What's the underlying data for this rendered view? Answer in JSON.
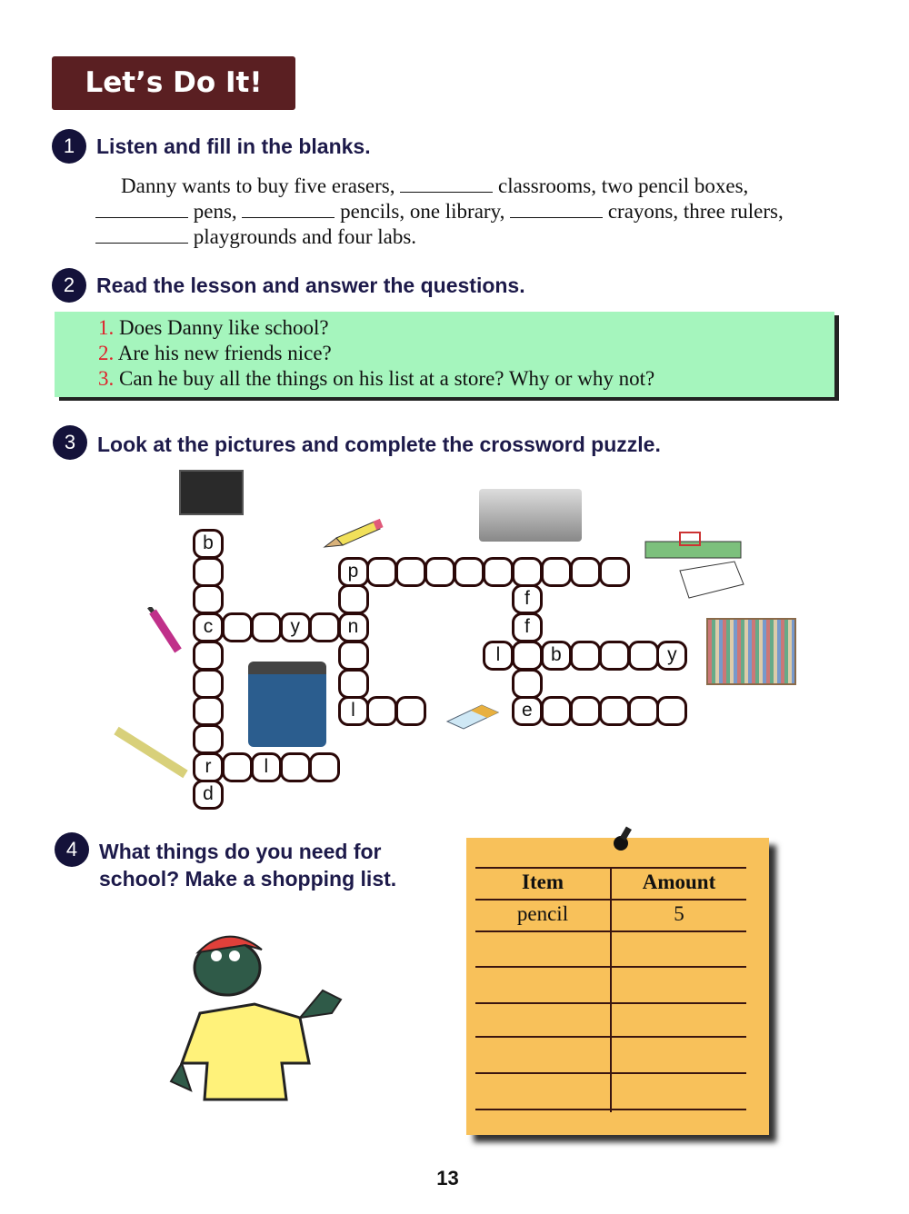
{
  "banner": "Let’s Do It!",
  "sections": [
    {
      "number": "1",
      "title": "Listen and fill in the blanks."
    },
    {
      "number": "2",
      "title": "Read the lesson and answer the questions."
    },
    {
      "number": "3",
      "title": "Look at the pictures and complete the crossword puzzle."
    },
    {
      "number": "4",
      "title_line1": "What things do you need for",
      "title_line2": "school? Make a shopping list."
    }
  ],
  "fill_in": {
    "line1_a": "Danny wants to buy five erasers,",
    "line1_b": "classrooms, two pencil boxes,",
    "line2_a": "pens,",
    "line2_b": "pencils, one library,",
    "line2_c": "crayons, three rulers,",
    "line3_a": "playgrounds and four labs."
  },
  "questions": [
    {
      "n": "1.",
      "text": "Does Danny like school?"
    },
    {
      "n": "2.",
      "text": "Are his new friends nice?"
    },
    {
      "n": "3.",
      "text": "Can he buy all the things on his list at a store? Why or why not?"
    }
  ],
  "crossword": {
    "words": [
      {
        "letters": [
          "b",
          "",
          "",
          "c",
          "",
          "",
          "",
          "",
          "r",
          "d"
        ]
      },
      {
        "letters": [
          "c",
          "",
          "",
          "y",
          "",
          "n"
        ]
      },
      {
        "letters": [
          "p",
          "",
          "n",
          "",
          "",
          "l"
        ]
      },
      {
        "letters": [
          "p",
          "",
          "",
          "",
          "",
          "",
          "",
          "",
          "",
          ""
        ]
      },
      {
        "letters": [
          "l",
          "",
          ""
        ]
      },
      {
        "letters": [
          "r",
          "",
          "l",
          "",
          ""
        ]
      },
      {
        "letters": [
          "",
          "f",
          "f",
          "",
          "",
          "e"
        ]
      },
      {
        "letters": [
          "l",
          "",
          "b",
          "",
          "",
          "",
          "y"
        ]
      },
      {
        "letters": [
          "e",
          "",
          "",
          "",
          "",
          ""
        ]
      }
    ]
  },
  "shopping_list": {
    "headers": [
      "Item",
      "Amount"
    ],
    "rows": [
      [
        "pencil",
        "5"
      ],
      [
        "",
        ""
      ],
      [
        "",
        ""
      ],
      [
        "",
        ""
      ],
      [
        "",
        ""
      ],
      [
        "",
        ""
      ]
    ]
  },
  "page_number": "13",
  "colors": {
    "banner": "#5a1f22",
    "heading": "#1d1a4a",
    "green_box": "#a5f5bd",
    "note": "#f8c15a",
    "question_number": "#e0202a"
  }
}
